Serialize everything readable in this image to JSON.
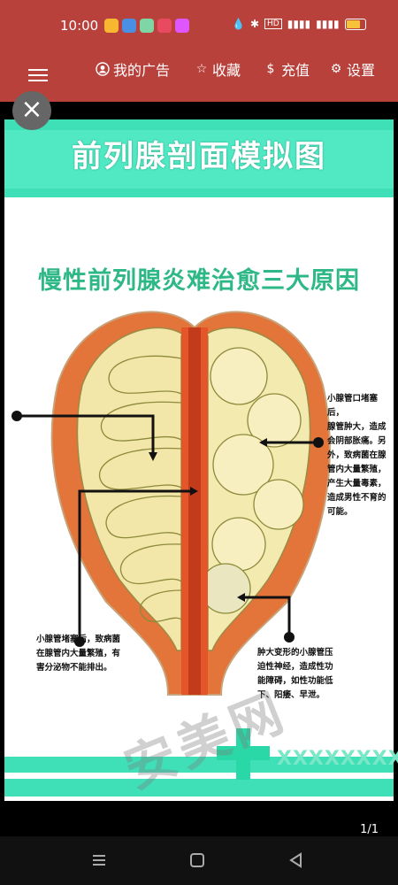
{
  "status_bar": {
    "time": "10:00"
  },
  "nav": {
    "items": [
      {
        "icon": "person-icon",
        "label": "我的广告"
      },
      {
        "icon": "star-icon",
        "label": "收藏"
      },
      {
        "icon": "dollar-icon",
        "label": "充值"
      },
      {
        "icon": "gear-icon",
        "label": "设置"
      }
    ]
  },
  "poster": {
    "title": "前列腺剖面模拟图",
    "subtitle": "慢性前列腺炎难治愈三大原因",
    "notes": {
      "right_top": [
        "小腺管口堵塞后，",
        "腺管肿大，造成",
        "会阴部胀痛。另",
        "外，致病菌在腺",
        "管内大量繁殖，",
        "产生大量毒素，",
        "造成男性不育的",
        "可能。"
      ],
      "left_bottom": [
        "小腺管堵塞后，致病菌",
        "在腺管内大量繁殖，有",
        "害分泌物不能排出。"
      ],
      "right_bottom": [
        "肿大变形的小腺管压",
        "迫性神经，造成性功",
        "能障碍，如性功能低",
        "下、阳痿、早泄。"
      ]
    },
    "bottom_label": "XXXXXXXX",
    "watermark": "安美网"
  },
  "viewer": {
    "page_indicator": "1/1"
  },
  "colors": {
    "header": "#b9413c",
    "teal": "#3fe0b8",
    "heading_green": "#2eb887"
  }
}
